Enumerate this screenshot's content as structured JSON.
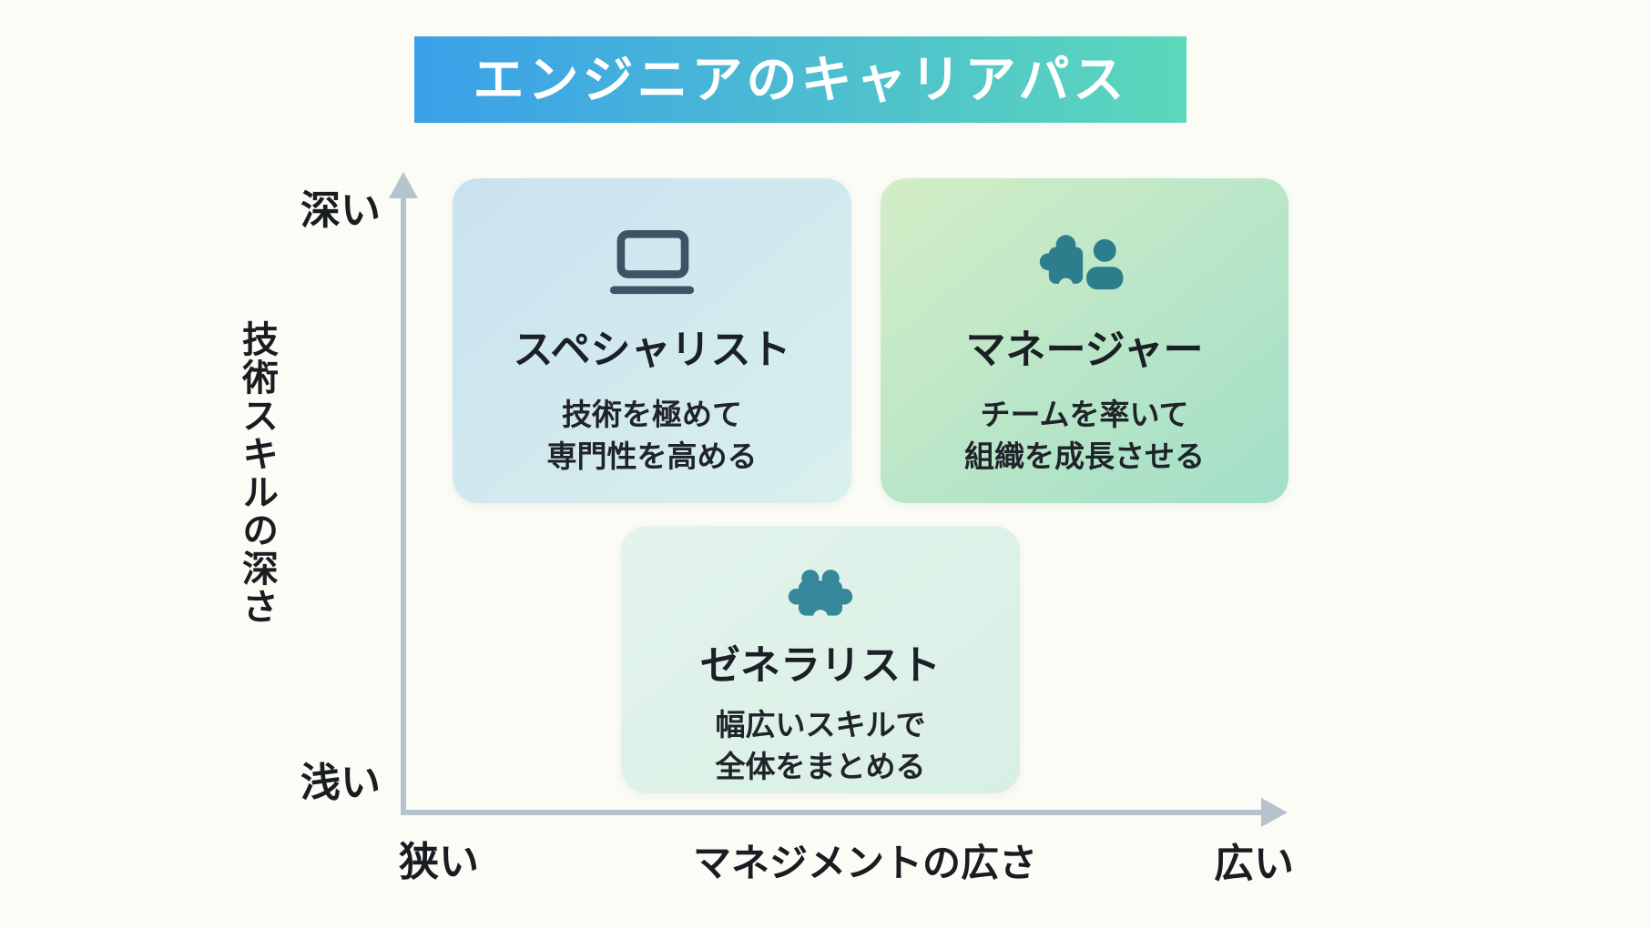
{
  "page": {
    "background_color": "#fcfcf6"
  },
  "title": {
    "text": "エンジニアのキャリアパス",
    "gradient_start": "#3aa0e9",
    "gradient_end": "#5cd8ba",
    "text_color": "#ffffff"
  },
  "axes": {
    "color": "#b5c3cc",
    "y": {
      "label": "技術スキルの深さ",
      "top": "深い",
      "bottom": "浅い"
    },
    "x": {
      "label": "マネジメントの広さ",
      "left": "狭い",
      "right": "広い"
    }
  },
  "cards": [
    {
      "key": "specialist",
      "icon": "laptop-icon",
      "icon_color": "#3c5565",
      "bg_start": "#c9e2ef",
      "bg_end": "#d9f0ee",
      "title": "スペシャリスト",
      "desc_line1": "技術を極めて",
      "desc_line2": "専門性を高める"
    },
    {
      "key": "manager",
      "icon": "puzzle-person-icon",
      "icon_color": "#2d7e8d",
      "bg_start": "#d3edc6",
      "bg_end": "#a2dfc9",
      "title": "マネージャー",
      "desc_line1": "チームを率いて",
      "desc_line2": "組織を成長させる"
    },
    {
      "key": "generalist",
      "icon": "puzzle-icon",
      "icon_color": "#35879a",
      "bg_start": "#e3f4ec",
      "bg_end": "#d8efe5",
      "title": "ゼネラリスト",
      "desc_line1": "幅広いスキルで",
      "desc_line2": "全体をまとめる"
    }
  ]
}
